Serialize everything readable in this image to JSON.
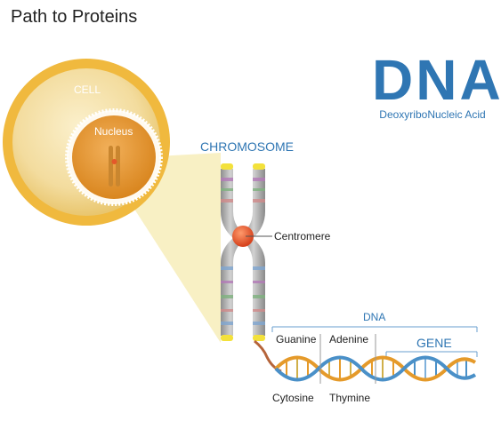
{
  "page": {
    "title": "Path to Proteins"
  },
  "logo": {
    "text": "DNA",
    "subtitle": "DeoxyriboNucleic Acid",
    "color": "#2f76b3"
  },
  "labels": {
    "cell": "CELL",
    "nucleus": "Nucleus",
    "chromosome": "CHROMOSOME",
    "centromere": "Centromere",
    "dna": "DNA",
    "gene": "GENE",
    "guanine": "Guanine",
    "adenine": "Adenine",
    "cytosine": "Cytosine",
    "thymine": "Thymine"
  },
  "colors": {
    "cell_outer": "#f3c14a",
    "cell_inner": "#f7e6b8",
    "nucleus": "#e3962d",
    "chromosome": "#a9a9a9",
    "centromere": "#e4582a",
    "telomere": "#f3e13b",
    "label_blue": "#2f76b3",
    "strand_orange": "#e59a2a",
    "strand_blue": "#4a90c8"
  }
}
